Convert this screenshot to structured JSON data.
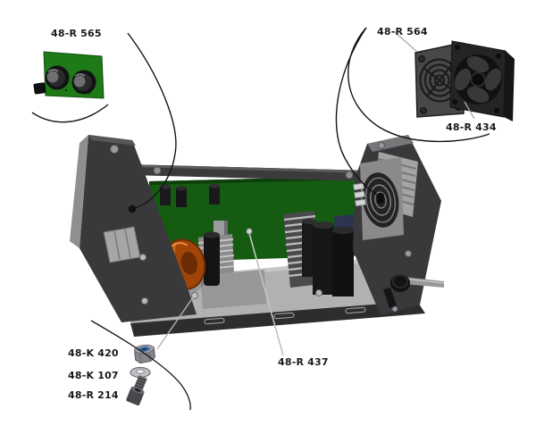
{
  "diagram": {
    "kind": "exploded-parts-diagram",
    "background_color": "#ffffff",
    "palette": {
      "pcb_green": "#155c12",
      "inset_pcb_green": "#1d7a17",
      "chassis_dark": "#39393b",
      "chassis_base_gray": "#b1b1b3",
      "heatsink_gray": "#9b9b9d",
      "toroid_orange": "#a14408",
      "locknut_blue": "#3c6da8",
      "leader_black": "#141414",
      "leader_gray": "#aaaaac",
      "label_text": "#1a1a1a"
    },
    "callouts": [
      {
        "id": "knob-board",
        "label": "48-R 565"
      },
      {
        "id": "fan-guard",
        "label": "48-R 564"
      },
      {
        "id": "fan",
        "label": "48-R 434"
      },
      {
        "id": "main-pcb",
        "label": "48-R 437"
      },
      {
        "id": "lock-nut",
        "label": "48-K 420"
      },
      {
        "id": "washer",
        "label": "48-K 107"
      },
      {
        "id": "screw",
        "label": "48-R 214"
      }
    ]
  }
}
